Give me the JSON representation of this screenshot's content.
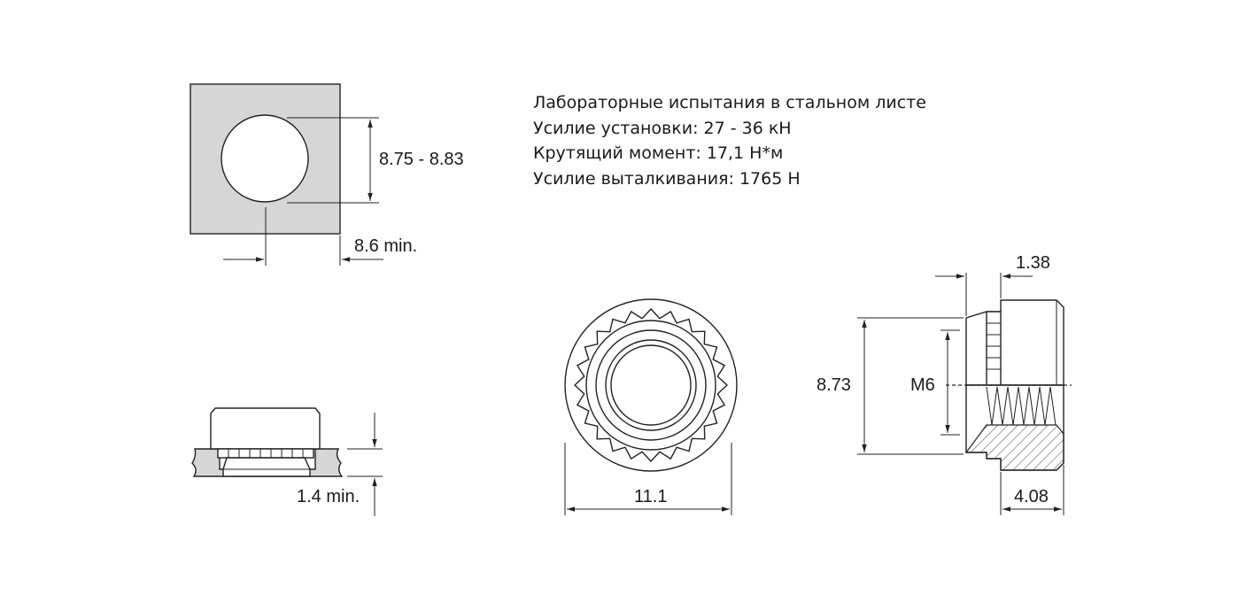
{
  "notes": {
    "line1": "Лабораторные испытания в стальном листе",
    "line2": "Усилие установки: 27 - 36 кН",
    "line3": "Крутящий момент: 17,1 Н*м",
    "line4": "Усилие выталкивания: 1765 Н"
  },
  "dimensions": {
    "hole_diameter": "8.75 - 8.83",
    "edge_distance": "8.6 min.",
    "sheet_thickness": "1.4 min.",
    "outer_diameter": "11.1",
    "height": "8.73",
    "thread": "M6",
    "shank_length": "1.38",
    "head_width": "4.08"
  },
  "colors": {
    "sheet_fill": "#d6d6d6",
    "line": "#222222"
  }
}
